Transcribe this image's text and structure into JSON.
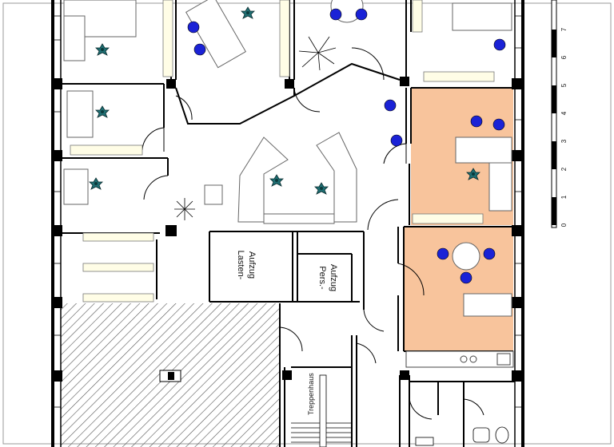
{
  "labels": {
    "freight_elevator": [
      "Lasten-",
      "Aufzug"
    ],
    "passenger_elevator": [
      "Pers.-",
      "Aufzug"
    ],
    "stairwell": "Treppenhaus"
  },
  "scale_ticks": [
    "0",
    "1",
    "2",
    "3",
    "4",
    "5",
    "6",
    "7"
  ],
  "colors": {
    "wall": "#000000",
    "highlight_room": "#f8c49c",
    "chair": "#1a22d6",
    "plant": "#1f6f73",
    "desk_fill": "#ffffff",
    "desk_stroke": "#666666",
    "shelf_fill": "#fffde6",
    "hatch": "#555555"
  }
}
